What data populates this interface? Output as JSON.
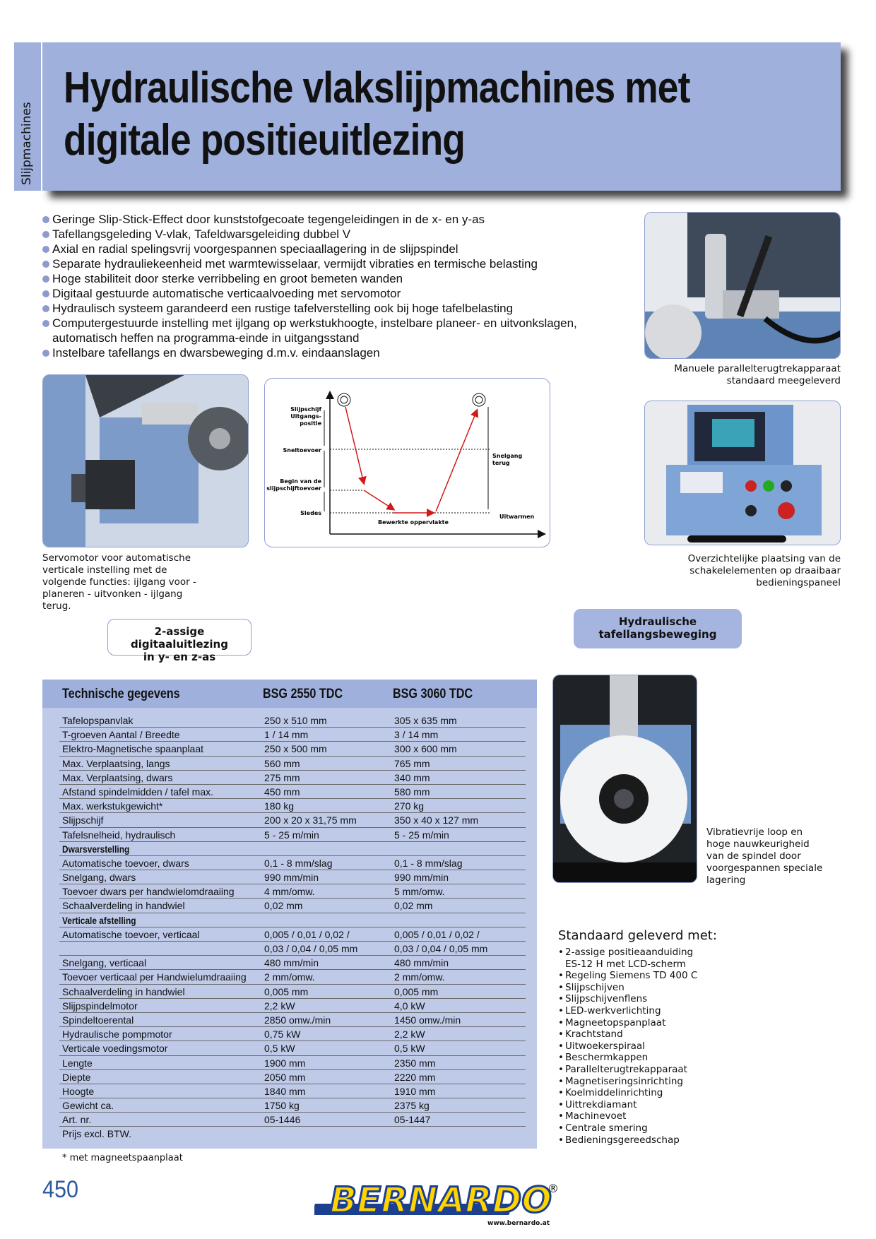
{
  "side_tab": "Slijpmachines",
  "header": {
    "title_line1": "Hydraulische vlakslijpmachines met",
    "title_line2": "digitale positieuitlezing"
  },
  "features": [
    "Geringe Slip-Stick-Effect door kunststofgecoate tegengeleidingen in de x- en y-as",
    "Tafellangsgeleding V-vlak, Tafeldwarsgeleiding dubbel V",
    "Axial en radial spelingsvrij voorgespannen speciaallagering in de slijpspindel",
    "Separate hydrauliekeenheid met warmtewisselaar, vermijdt vibraties en termische belasting",
    "Hoge stabiliteit door sterke verribbeling en groot bemeten wanden",
    "Digitaal gestuurde automatische verticaalvoeding met servomotor",
    "Hydraulisch systeem garandeerd een rustige tafelverstelling ook bij hoge tafelbelasting",
    "Computergestuurde instelling met ijlgang op werkstukhoogte, instelbare planeer- en uitvonkslagen, automatisch heffen na programma-einde in uitgangsstand",
    "Instelbare tafellangs en dwarsbeweging d.m.v. eindaanslagen"
  ],
  "captions": {
    "parallel": [
      "Manuele parallelterugtrekapparaat",
      "standaard meegeleverd"
    ],
    "servo": [
      "Servomotor voor automatische",
      "verticale instelling met de",
      "volgende functies: ijlgang voor -",
      "planeren - uitvonken - ijlgang",
      "terug."
    ],
    "panel": [
      "Overzichtelijke plaatsing van de",
      "schakelelementen op draaibaar",
      "bedieningspaneel"
    ],
    "spindle": [
      "Vibratievrije loop en",
      "hoge nauwkeurigheid",
      "van de spindel door",
      "voorgespannen speciale",
      "lagering"
    ]
  },
  "labels": {
    "digital": [
      "2-assige digitaaluitlezing",
      "in y- en z-as"
    ],
    "hydraulic": [
      "Hydraulische",
      "tafellangsbeweging"
    ]
  },
  "diagram": {
    "start_pos": [
      "Slijpschijf",
      "Uitgangs-",
      "positie"
    ],
    "rapid_feed": "Sneltoevoer",
    "feed_begin": [
      "Begin van de",
      "slijpschijftoevoer"
    ],
    "slides": "Sledes",
    "rapid_return": [
      "Snelgang",
      "terug"
    ],
    "surface": "Bewerkte oppervlakte",
    "warmup": "Uitwarmen"
  },
  "spec": {
    "headers": [
      "Technische gegevens",
      "BSG 2550 TDC",
      "BSG 3060 TDC"
    ],
    "rows": [
      [
        "Tafelopspanvlak",
        "250 x 510 mm",
        "305 x 635 mm"
      ],
      [
        "T-groeven Aantal / Breedte",
        "1 / 14 mm",
        "3 / 14 mm"
      ],
      [
        "Elektro-Magnetische spaanplaat",
        "250 x 500 mm",
        "300 x 600 mm"
      ],
      [
        "Max. Verplaatsing, langs",
        "560 mm",
        "765 mm"
      ],
      [
        "Max. Verplaatsing, dwars",
        "275 mm",
        "340 mm"
      ],
      [
        "Afstand spindelmidden / tafel max.",
        "450 mm",
        "580 mm"
      ],
      [
        "Max. werkstukgewicht*",
        "180 kg",
        "270 kg"
      ],
      [
        "Slijpschijf",
        "200 x 20 x 31,75 mm",
        "350 x 40 x 127 mm"
      ],
      [
        "Tafelsnelheid, hydraulisch",
        "5 - 25 m/min",
        "5 - 25 m/min"
      ],
      [
        "Dwarsverstelling",
        "",
        ""
      ],
      [
        "Automatische toevoer, dwars",
        "0,1 - 8 mm/slag",
        "0,1 - 8 mm/slag"
      ],
      [
        "Snelgang, dwars",
        "990 mm/min",
        "990 mm/min"
      ],
      [
        "Toevoer dwars per handwielomdraaiing",
        "4 mm/omw.",
        "5 mm/omw."
      ],
      [
        "Schaalverdeling in handwiel",
        "0,02 mm",
        "0,02 mm"
      ],
      [
        "Verticale afstelling",
        "",
        ""
      ],
      [
        "Automatische toevoer, verticaal",
        "0,005 / 0,01 / 0,02 /",
        "0,005 / 0,01 / 0,02 /"
      ],
      [
        "",
        "0,03 / 0,04 / 0,05 mm",
        "0,03 / 0,04 / 0,05 mm"
      ],
      [
        "Snelgang, verticaal",
        "480 mm/min",
        "480 mm/min"
      ],
      [
        "Toevoer verticaal per Handwielumdraaiing",
        "2 mm/omw.",
        "2 mm/omw."
      ],
      [
        "Schaalverdeling in handwiel",
        "0,005 mm",
        "0,005 mm"
      ],
      [
        "Slijpspindelmotor",
        "2,2 kW",
        "4,0 kW"
      ],
      [
        "Spindeltoerental",
        "2850 omw./min",
        "1450 omw./min"
      ],
      [
        "Hydraulische pompmotor",
        "0,75 kW",
        "2,2 kW"
      ],
      [
        "Verticale voedingsmotor",
        "0,5 kW",
        "0,5 kW"
      ],
      [
        "Lengte",
        "1900 mm",
        "2350 mm"
      ],
      [
        "Diepte",
        "2050 mm",
        "2220 mm"
      ],
      [
        "Hoogte",
        "1840 mm",
        "1910 mm"
      ],
      [
        "Gewicht ca.",
        "1750 kg",
        "2375 kg"
      ],
      [
        "Art. nr.",
        "05-1446",
        "05-1447"
      ],
      [
        "Prijs excl. BTW.",
        "",
        ""
      ]
    ]
  },
  "footnote": "* met magneetspaanplaat",
  "standard": {
    "title": "Standaard geleverd met:",
    "items": [
      "2-assige positieaanduiding",
      "ES-12 H met LCD-scherm",
      "Regeling Siemens TD 400 C",
      "Slijpschijven",
      "Slijpschijvenflens",
      "LED-werkverlichting",
      "Magneetopspanplaat",
      "Krachtstand",
      "Uitwoekerspiraal",
      "Beschermkappen",
      "Parallelterugtrekapparaat",
      "Magnetiseringsinrichting",
      "Koelmiddelinrichting",
      "Uittrekdiamant",
      "Machinevoet",
      "Centrale smering",
      "Bedieningsgereedschap"
    ]
  },
  "footer": {
    "page_number": "450",
    "brand": "BERNARDO",
    "registered": "®",
    "website": "www.bernardo.at"
  }
}
